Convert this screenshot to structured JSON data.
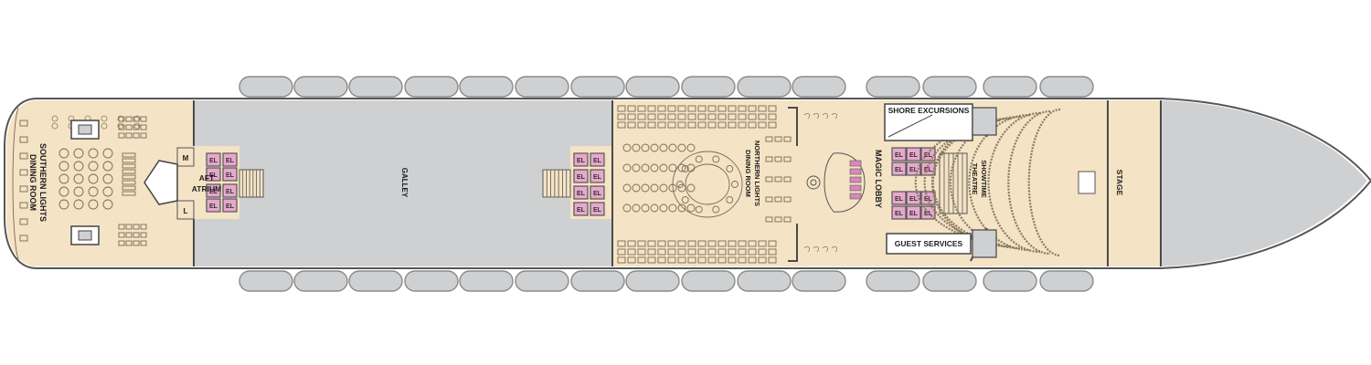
{
  "labels": {
    "southern_lights": [
      "SOUTHERN LIGHTS",
      "DINING ROOM"
    ],
    "aft_atrium": [
      "AFT",
      "ATRIUM"
    ],
    "galley": "GALLEY",
    "northern_lights": [
      "NORTHERN LIGHTS",
      "DINING ROOM"
    ],
    "magic_lobby": "MAGIC LOBBY",
    "shore_excursions": "SHORE EXCURSIONS",
    "guest_services": "GUEST SERVICES",
    "showtime_theatre": [
      "SHOWTIME",
      "THEATRE"
    ],
    "stage": "STAGE",
    "elevator": "EL",
    "men_restroom": "M",
    "ladies_restroom": "L"
  },
  "colors": {
    "public_area": "#f4e3c5",
    "crew_area": "#cfd0d2",
    "elevator": "#e6a8cc",
    "lifeboat": "#d3d4d6"
  }
}
